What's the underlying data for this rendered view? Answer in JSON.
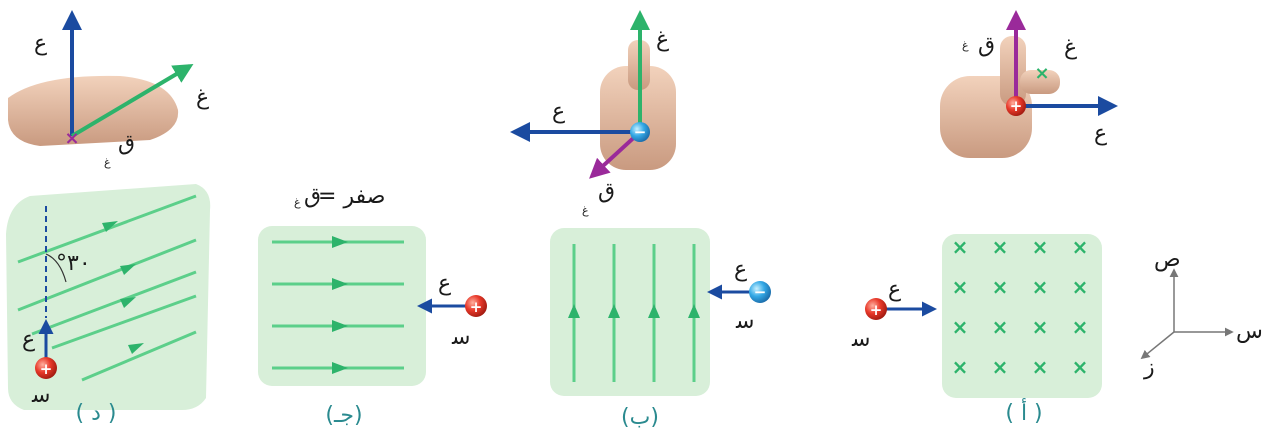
{
  "labels": {
    "v": "ع",
    "B": "غ",
    "F": "ق",
    "F_sub": "غ",
    "q": "ﺳ",
    "zero_force": "= صفر",
    "angle": "°٣٠",
    "axis_x": "س",
    "axis_y": "ص",
    "axis_z": "ز"
  },
  "captions": {
    "a": "( أ )",
    "b": "(ب)",
    "c": "(جـ)",
    "d": "( د )"
  },
  "charges": {
    "positive": "+",
    "negative": "−"
  },
  "colors": {
    "field_green": "#2db36b",
    "velocity_blue": "#1b4ba0",
    "force_purple": "#9a2a9a",
    "field_bg": "#d8efd9",
    "caption_teal": "#2a8a8f",
    "charge_red": "#e8392a",
    "charge_blue": "#34a9e6"
  }
}
